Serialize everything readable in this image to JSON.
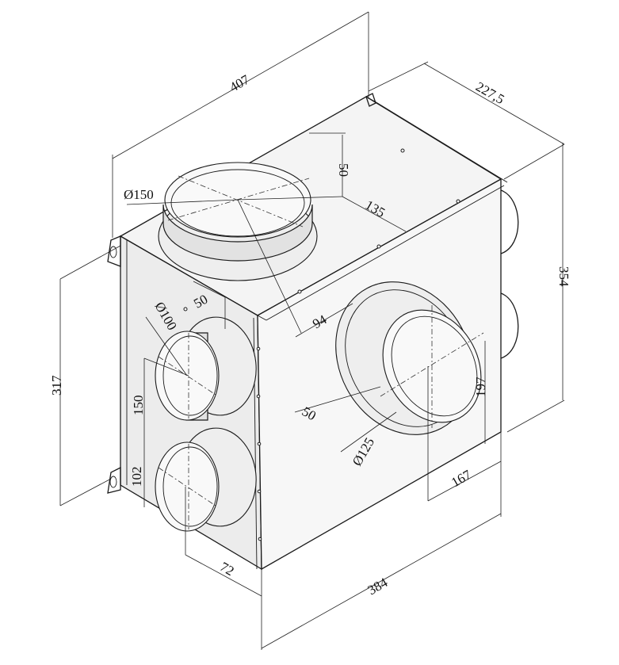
{
  "dimensions": {
    "overall_width": "407",
    "depth": "227,5",
    "height_right": "354",
    "height_left": "317",
    "top_spigot_diameter": "Ø150",
    "top_offset_vertical": "50",
    "top_offset_depth": "135",
    "top_offset_front": "94",
    "side_spigot_diameter": "Ø100",
    "side_spacing": "150",
    "side_bottom_offset": "102",
    "side_top_offset": "50",
    "side_front_offset": "72",
    "front_spigot_diameter": "Ø125",
    "front_offset_left": "50",
    "front_height": "197",
    "front_offset_right": "167",
    "front_width": "384"
  }
}
